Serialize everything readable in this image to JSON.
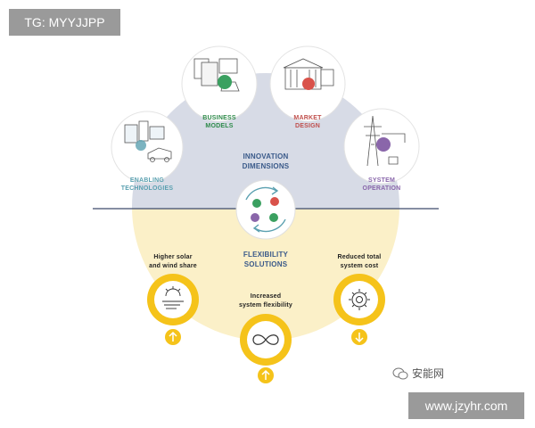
{
  "tags": {
    "top": "TG: MYYJJPP",
    "bottom": "www.jzyhr.com"
  },
  "innovation": {
    "title_line1": "INNOVATION",
    "title_line2": "DIMENSIONS",
    "nodes": [
      {
        "line1": "ENABLING",
        "line2": "TECHNOLOGIES"
      },
      {
        "line1": "BUSINESS",
        "line2": "MODELS"
      },
      {
        "line1": "MARKET",
        "line2": "DESIGN"
      },
      {
        "line1": "SYSTEM",
        "line2": "OPERATION"
      }
    ]
  },
  "flexibility": {
    "title_line1": "FLEXIBILITY",
    "title_line2": "SOLUTIONS",
    "outcomes": [
      {
        "line1": "Higher solar",
        "line2": "and wind share"
      },
      {
        "line1": "Increased",
        "line2": "system flexibility"
      },
      {
        "line1": "Reduced total",
        "line2": "system cost"
      }
    ]
  },
  "watermark": "安能网",
  "colors": {
    "upper_disc": "#d7dbe6",
    "lower_disc": "#fbf0c8",
    "divider": "#3d4a6b",
    "yellow": "#f5c31a",
    "yellow_light": "#fde9a0"
  }
}
